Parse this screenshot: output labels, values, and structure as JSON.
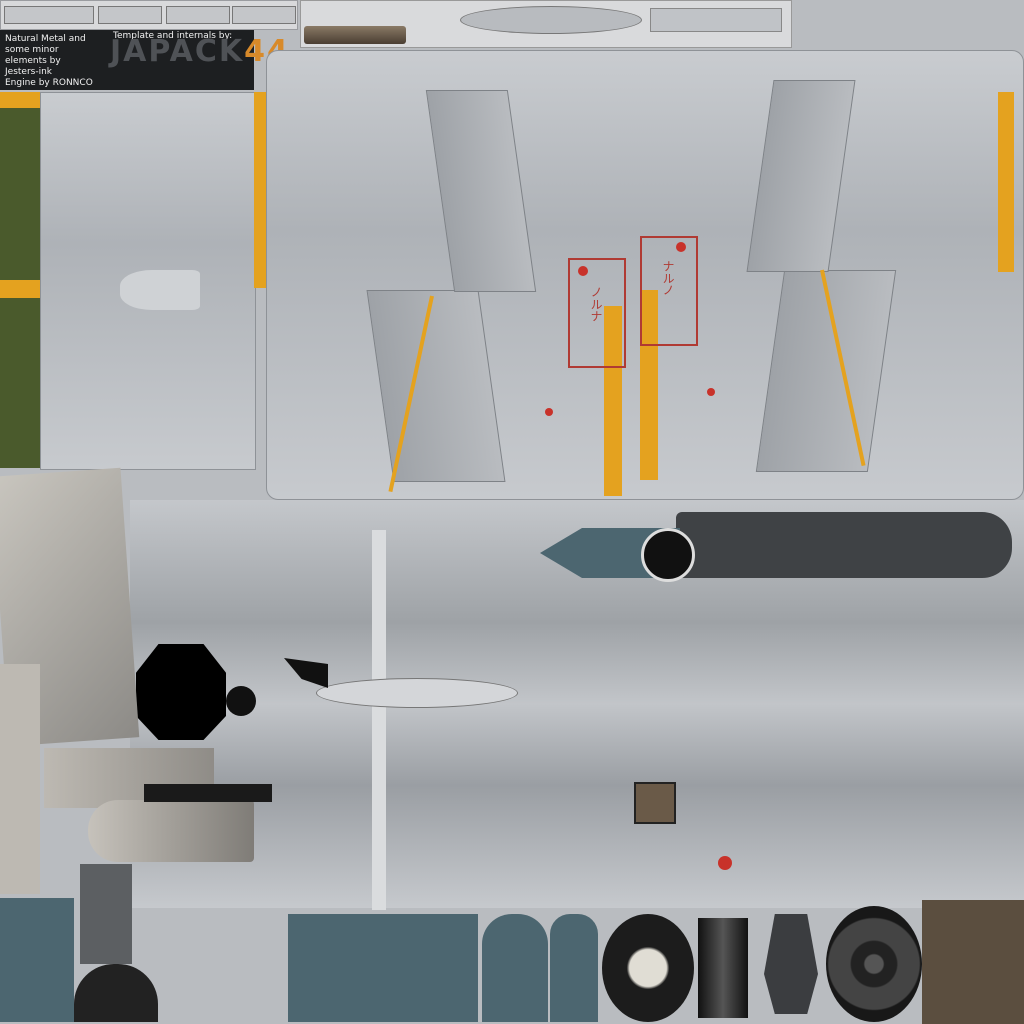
{
  "credits": {
    "left_text": "Natural Metal and\nsome minor\nelements by\nJesters-ink\nEngine by RONNCO",
    "template_label": "Template and internals by:",
    "logo_part1": "JAPACK",
    "logo_part2": "44"
  },
  "kana_marking_1": "ノルナ",
  "kana_marking_2": "ナルノ",
  "colors": {
    "base_metal": "#b9bcc0",
    "stripe_yellow": "#e4a21f",
    "marking_red": "#b03a33",
    "cockpit_teal": "#4c6670",
    "olive_green": "#4a5a2c",
    "dark_gray": "#3f4245"
  }
}
